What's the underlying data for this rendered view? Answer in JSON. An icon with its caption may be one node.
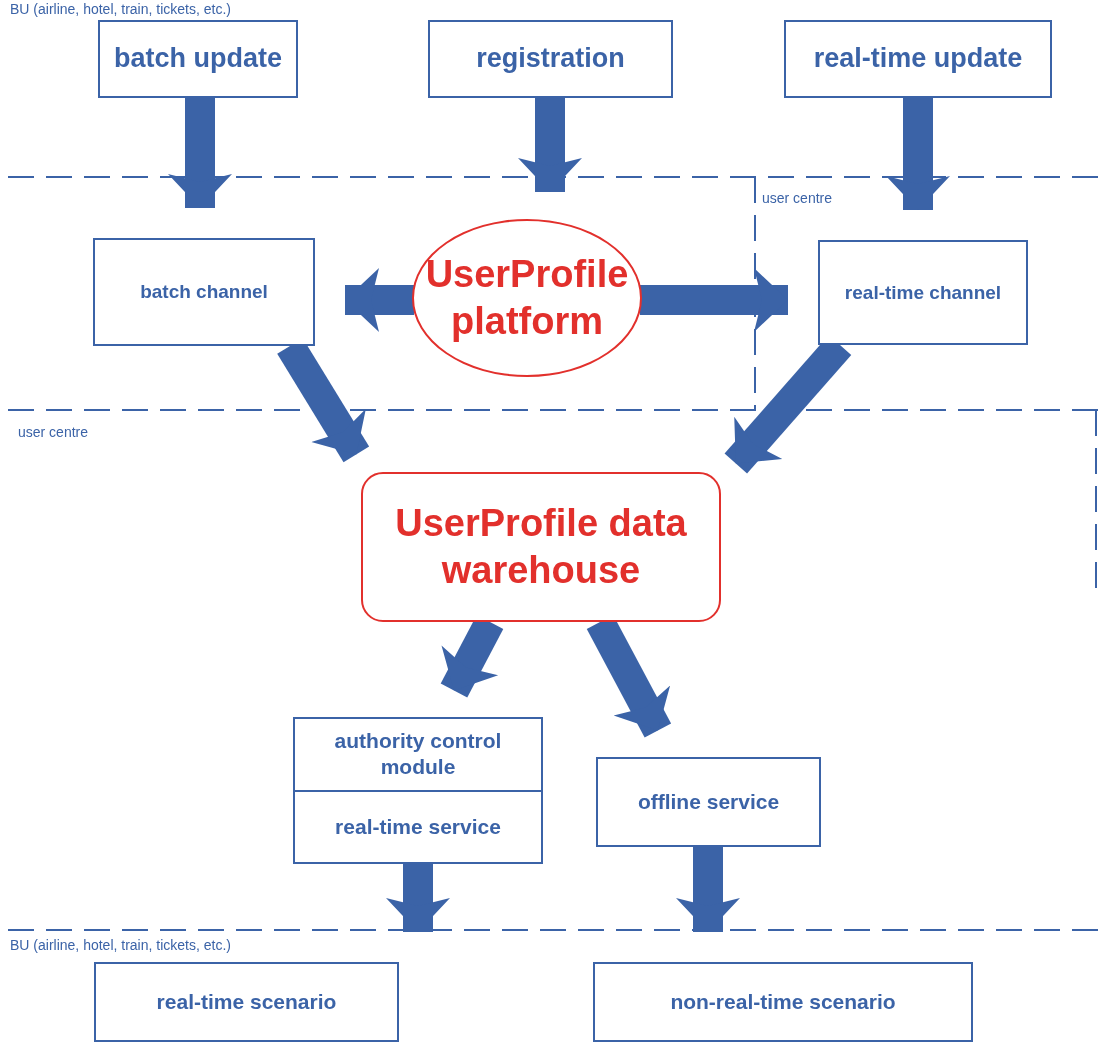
{
  "diagram": {
    "nodes": [
      {
        "text": [
          "batch update"
        ]
      },
      {
        "text": [
          "registration"
        ]
      },
      {
        "text": [
          "real-time update"
        ]
      },
      {
        "text": [
          "batch channel"
        ]
      },
      {
        "text": [
          "UserProfile platform"
        ]
      },
      {
        "text": [
          "real-time channel"
        ]
      },
      {
        "text": [
          "UserProfile data warehouse"
        ]
      },
      {
        "text": [
          "authority control module",
          "real-time service"
        ]
      },
      {
        "text": [
          "offline service"
        ]
      },
      {
        "text": [
          "real-time scenario"
        ]
      },
      {
        "text": [
          "non-real-time scenario"
        ]
      }
    ],
    "edges": [
      {
        "from": 0,
        "to": 3,
        "arrow": "to"
      },
      {
        "from": 1,
        "to": 4,
        "arrow": "to"
      },
      {
        "from": 2,
        "to": 5,
        "arrow": "to"
      },
      {
        "from": 4,
        "to": 3,
        "arrow": "to"
      },
      {
        "from": 4,
        "to": 5,
        "arrow": "to"
      },
      {
        "from": 3,
        "to": 6,
        "arrow": "to"
      },
      {
        "from": 5,
        "to": 6,
        "arrow": "to"
      },
      {
        "from": 6,
        "to": 7,
        "arrow": "to"
      },
      {
        "from": 6,
        "to": 8,
        "arrow": "to"
      },
      {
        "from": 7,
        "to": 9,
        "arrow": "to"
      },
      {
        "from": 8,
        "to": 10,
        "arrow": "to"
      }
    ],
    "labels": [
      "BU (airline, hotel, train, tickets, etc.)",
      "user centre",
      "user centre",
      "BU (airline, hotel, train, tickets, etc.)"
    ]
  }
}
